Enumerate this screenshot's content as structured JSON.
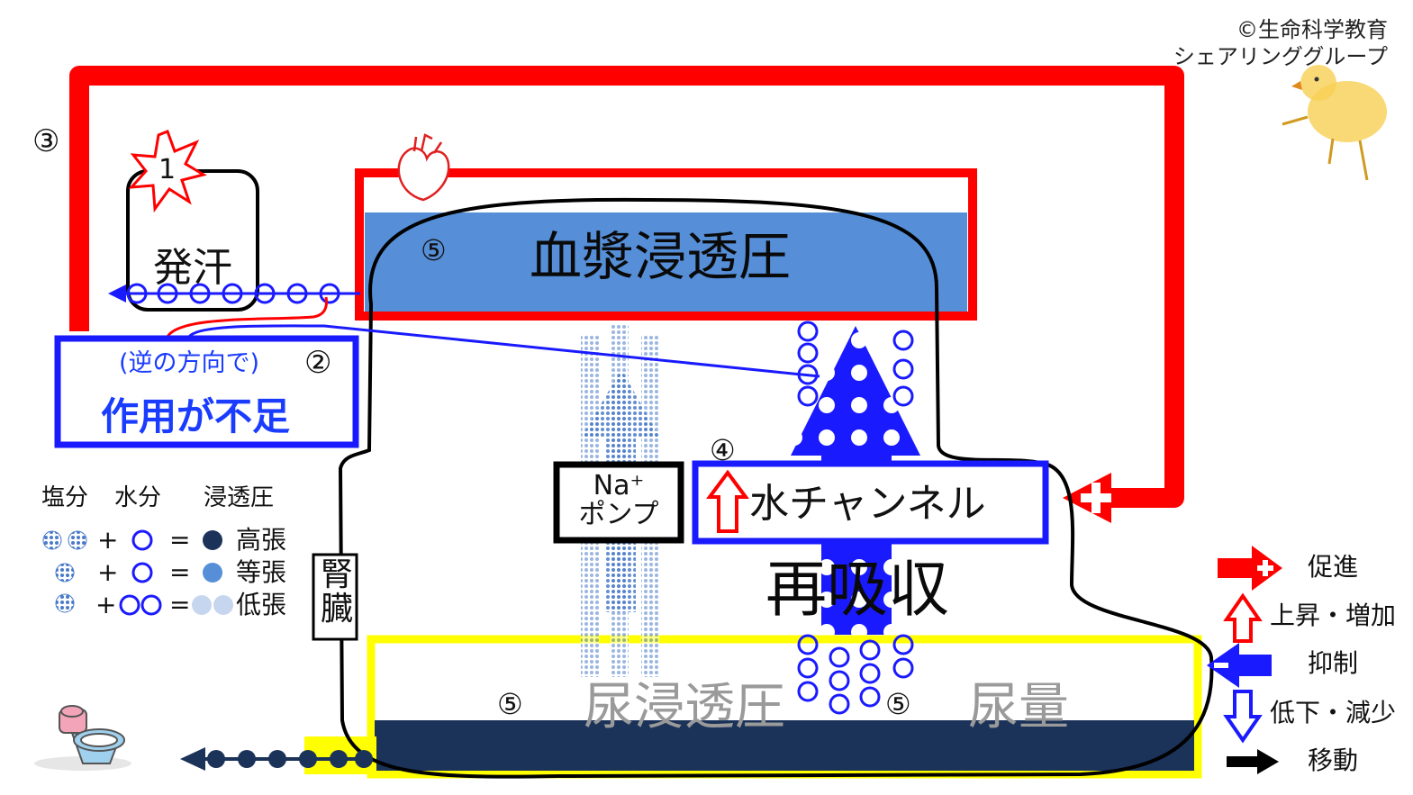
{
  "copyright": {
    "line1": "©生命科学教育",
    "line2": "シェアリンググループ"
  },
  "steps": {
    "s1": "1",
    "s2": "②",
    "s3": "③",
    "s4": "④",
    "s5": "⑤"
  },
  "labels": {
    "sweating": "発汗",
    "reverse_direction": "(逆の方向で)",
    "insufficient_action": "作用が不足",
    "plasma_osmotic_pressure": "血漿浸透圧",
    "na_pump_line1": "Na⁺",
    "na_pump_line2": "ポンプ",
    "water_channel": "水チャンネル",
    "reabsorption": "再吸収",
    "urine_osmotic_pressure": "尿浸透圧",
    "urine_volume": "尿量",
    "kidney": "腎臓"
  },
  "legend": {
    "header_salt": "塩分",
    "header_water": "水分",
    "header_osmotic": "浸透圧",
    "plus": "+",
    "equals": "=",
    "rows": [
      "高張",
      "等張",
      "低張"
    ]
  },
  "key": {
    "promote": "促進",
    "increase": "上昇・増加",
    "inhibit": "抑制",
    "decrease": "低下・減少",
    "move": "移動"
  },
  "colors": {
    "promote_red": "#ff0000",
    "inhibit_blue": "#1a1aff",
    "plasma_fill": "#568fd8",
    "urine_fill": "#1b3259",
    "urine_frame": "#ffff00",
    "salt_dot": "#4a7bc8",
    "low_dot": "#c7d6ef"
  },
  "icons": [
    "heart-icon",
    "explosion-icon",
    "toilet-icon",
    "chick-icon"
  ]
}
